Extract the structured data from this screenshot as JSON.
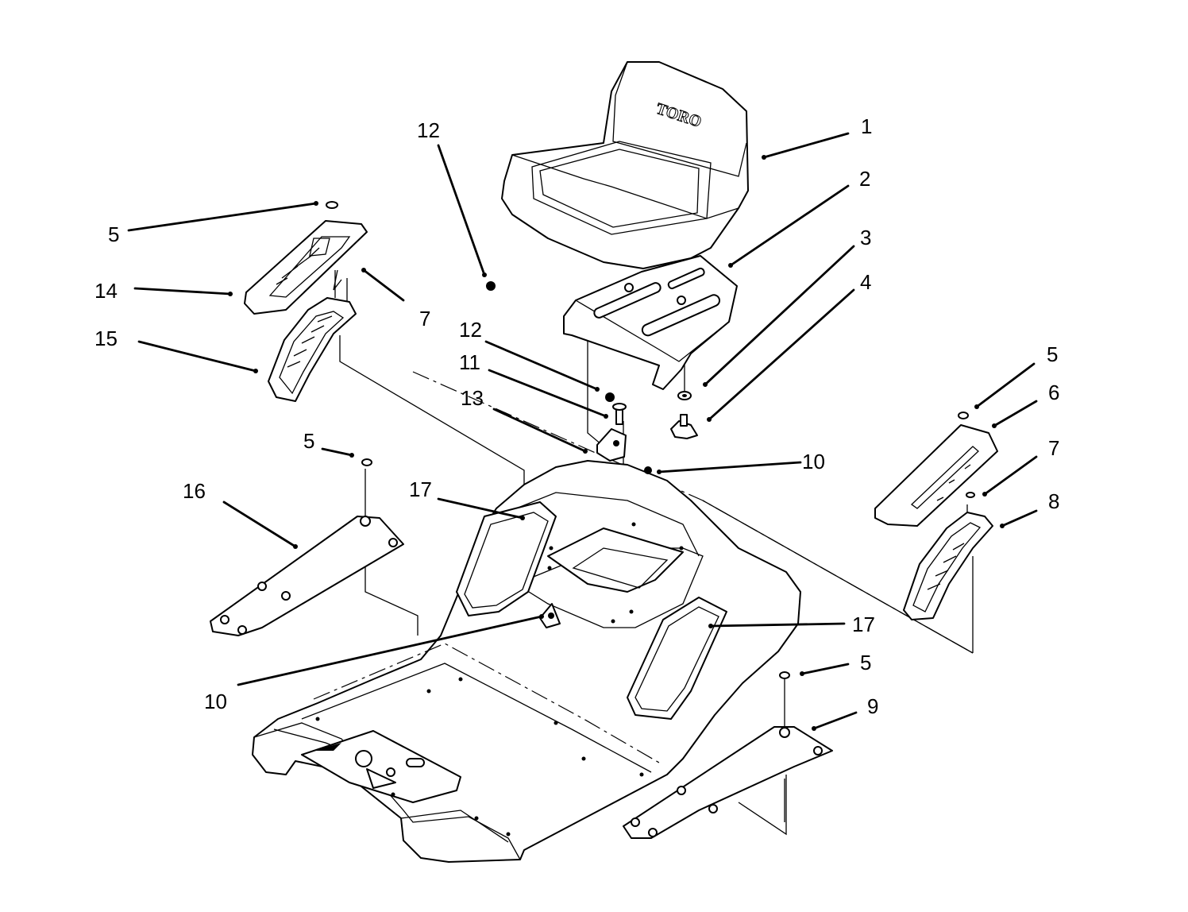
{
  "seat_brand": "TORO",
  "callouts": {
    "c1": "1",
    "c2": "2",
    "c3": "3",
    "c4": "4",
    "c5_top_left": "5",
    "c5_mid_left": "5",
    "c5_right_upper": "5",
    "c5_right_lower": "5",
    "c6": "6",
    "c7_left": "7",
    "c7_right": "7",
    "c8": "8",
    "c9": "9",
    "c10_upper": "10",
    "c10_lower": "10",
    "c11": "11",
    "c12_upper": "12",
    "c12_lower": "12",
    "c13": "13",
    "c14": "14",
    "c15": "15",
    "c16": "16",
    "c17_left": "17",
    "c17_right": "17"
  }
}
